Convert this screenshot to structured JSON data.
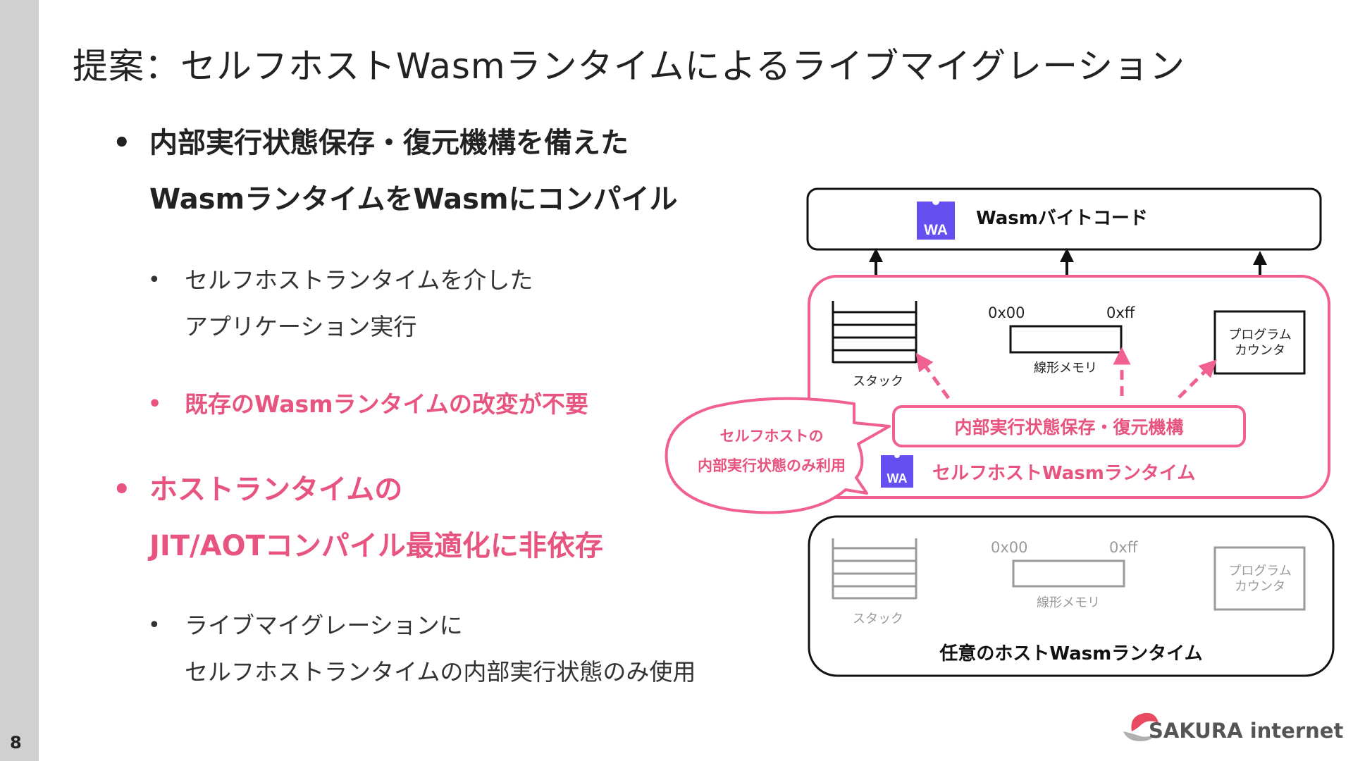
{
  "page_number": "8",
  "title": "提案：セルフホストWasmランタイムによるライブマイグレーション",
  "bullets": {
    "b1": {
      "dot": "•",
      "line1": "内部実行状態保存・復元機構を備えた",
      "line2": "WasmランタイムをWasmにコンパイル"
    },
    "b1a": {
      "dot": "•",
      "line1": "セルフホストランタイムを介した",
      "line2": "アプリケーション実行"
    },
    "b1b": {
      "dot": "•",
      "line1": "既存のWasmランタイムの改変が不要"
    },
    "b2": {
      "dot": "•",
      "line1": "ホストランタイムの",
      "line2": "JIT/AOTコンパイル最適化に非依存"
    },
    "b2a": {
      "dot": "•",
      "line1": "ライブマイグレーションに",
      "line2": "セルフホストランタイムの内部実行状態のみ使用"
    }
  },
  "diagram": {
    "bytecode_label": "Wasmバイトコード",
    "wa_logo": "WA",
    "self_hosted": {
      "addr_start": "0x00",
      "addr_end": "0xff",
      "stack_label": "スタック",
      "memory_label": "線形メモリ",
      "pc_line1": "プログラム",
      "pc_line2": "カウンタ",
      "mechanism_label": "内部実行状態保存・復元機構",
      "runtime_label": "セルフホストWasmランタイム"
    },
    "host": {
      "addr_start": "0x00",
      "addr_end": "0xff",
      "stack_label": "スタック",
      "memory_label": "線形メモリ",
      "pc_line1": "プログラム",
      "pc_line2": "カウンタ",
      "runtime_label": "任意のホストWasmランタイム"
    },
    "bubble_line1": "セルフホストの",
    "bubble_line2": "内部実行状態のみ利用",
    "colors": {
      "accent": "#e75480",
      "wa_purple": "#654ff0",
      "gray": "#9a9a9a"
    }
  },
  "logo_text": "SAKURA internet"
}
